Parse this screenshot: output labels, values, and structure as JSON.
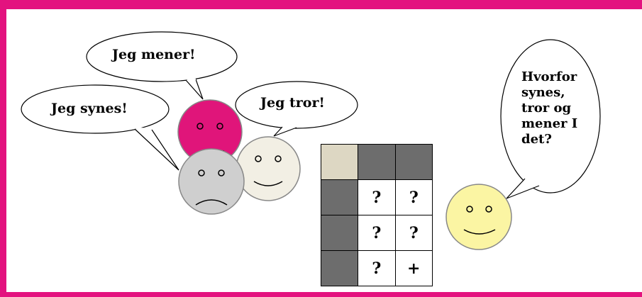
{
  "bubbles": {
    "mener": "Jeg mener!",
    "synes": "Jeg synes!",
    "tror": "Jeg tror!",
    "hvorfor": "Hvorfor\nsynes,\ntror og\nmener I\ndet?"
  },
  "faces": {
    "pink": {
      "color": "#e0157a",
      "mood": "neutral"
    },
    "gray": {
      "color": "#cfcfcf",
      "mood": "sad"
    },
    "cream": {
      "color": "#f2efe4",
      "mood": "happy"
    },
    "yellow": {
      "color": "#fbf5a3",
      "mood": "happy"
    }
  },
  "table": {
    "rows": [
      [
        "",
        "",
        ""
      ],
      [
        "",
        "?",
        "?"
      ],
      [
        "",
        "?",
        "?"
      ],
      [
        "",
        "?",
        "+"
      ]
    ]
  },
  "colors": {
    "frame": "#e3127f",
    "cell_dark": "#6d6d6d",
    "cell_corner": "#ddd7c3"
  }
}
